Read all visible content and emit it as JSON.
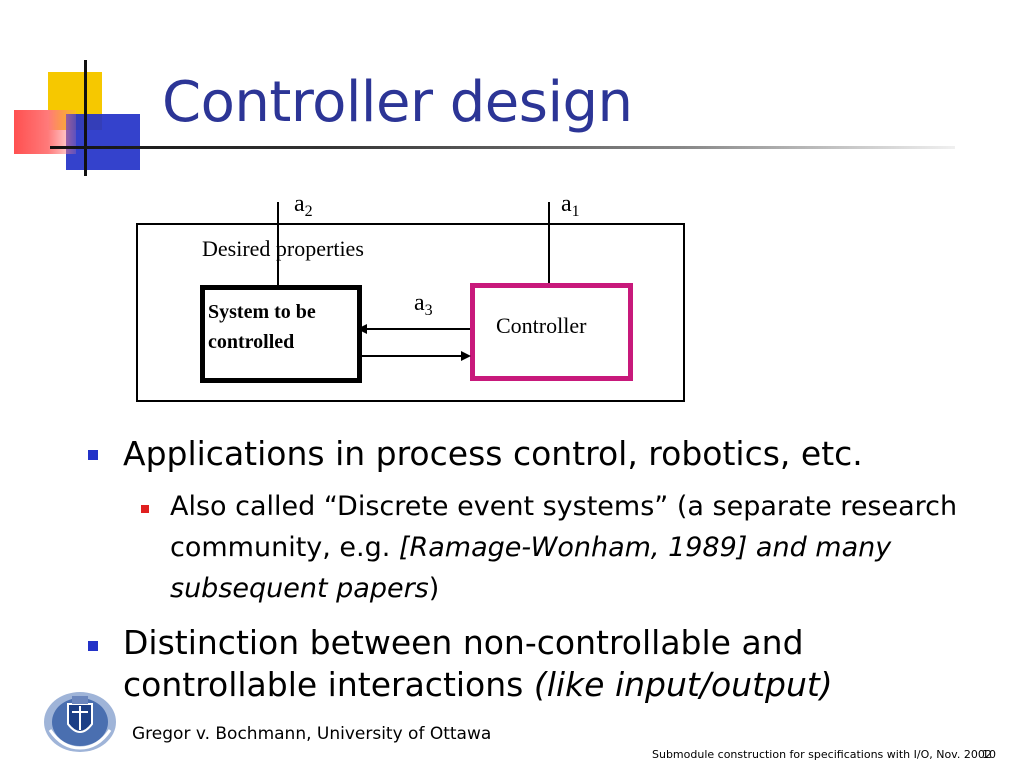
{
  "slide": {
    "title": "Controller design",
    "diagram": {
      "label_a2": "a",
      "label_a2_sub": "2",
      "label_a1": "a",
      "label_a1_sub": "1",
      "label_a3": "a",
      "label_a3_sub": "3",
      "desired_properties": "Desired properties",
      "system_line1": "System to be",
      "system_line2": "controlled",
      "controller": "Controller",
      "controller_color": "#c8197b"
    },
    "bullets": [
      {
        "text": "Applications in process control, robotics, etc."
      },
      {
        "text_before": "Also called “Discrete event systems” (a separate research community, e.g. ",
        "text_italic": "[Ramage-Wonham, 1989] and many subsequent papers",
        "text_after": ")"
      },
      {
        "text_before": "Distinction between non-controllable and controllable interactions ",
        "text_italic": "(like input/output)"
      }
    ],
    "footer": {
      "author": "Gregor v. Bochmann, University of Ottawa",
      "course": "Submodule construction for specifications with I/O, Nov. 2002",
      "page": "10"
    },
    "colors": {
      "title": "#2c3596",
      "bullet_l1": "#2332c8",
      "bullet_l2": "#e02020"
    }
  }
}
